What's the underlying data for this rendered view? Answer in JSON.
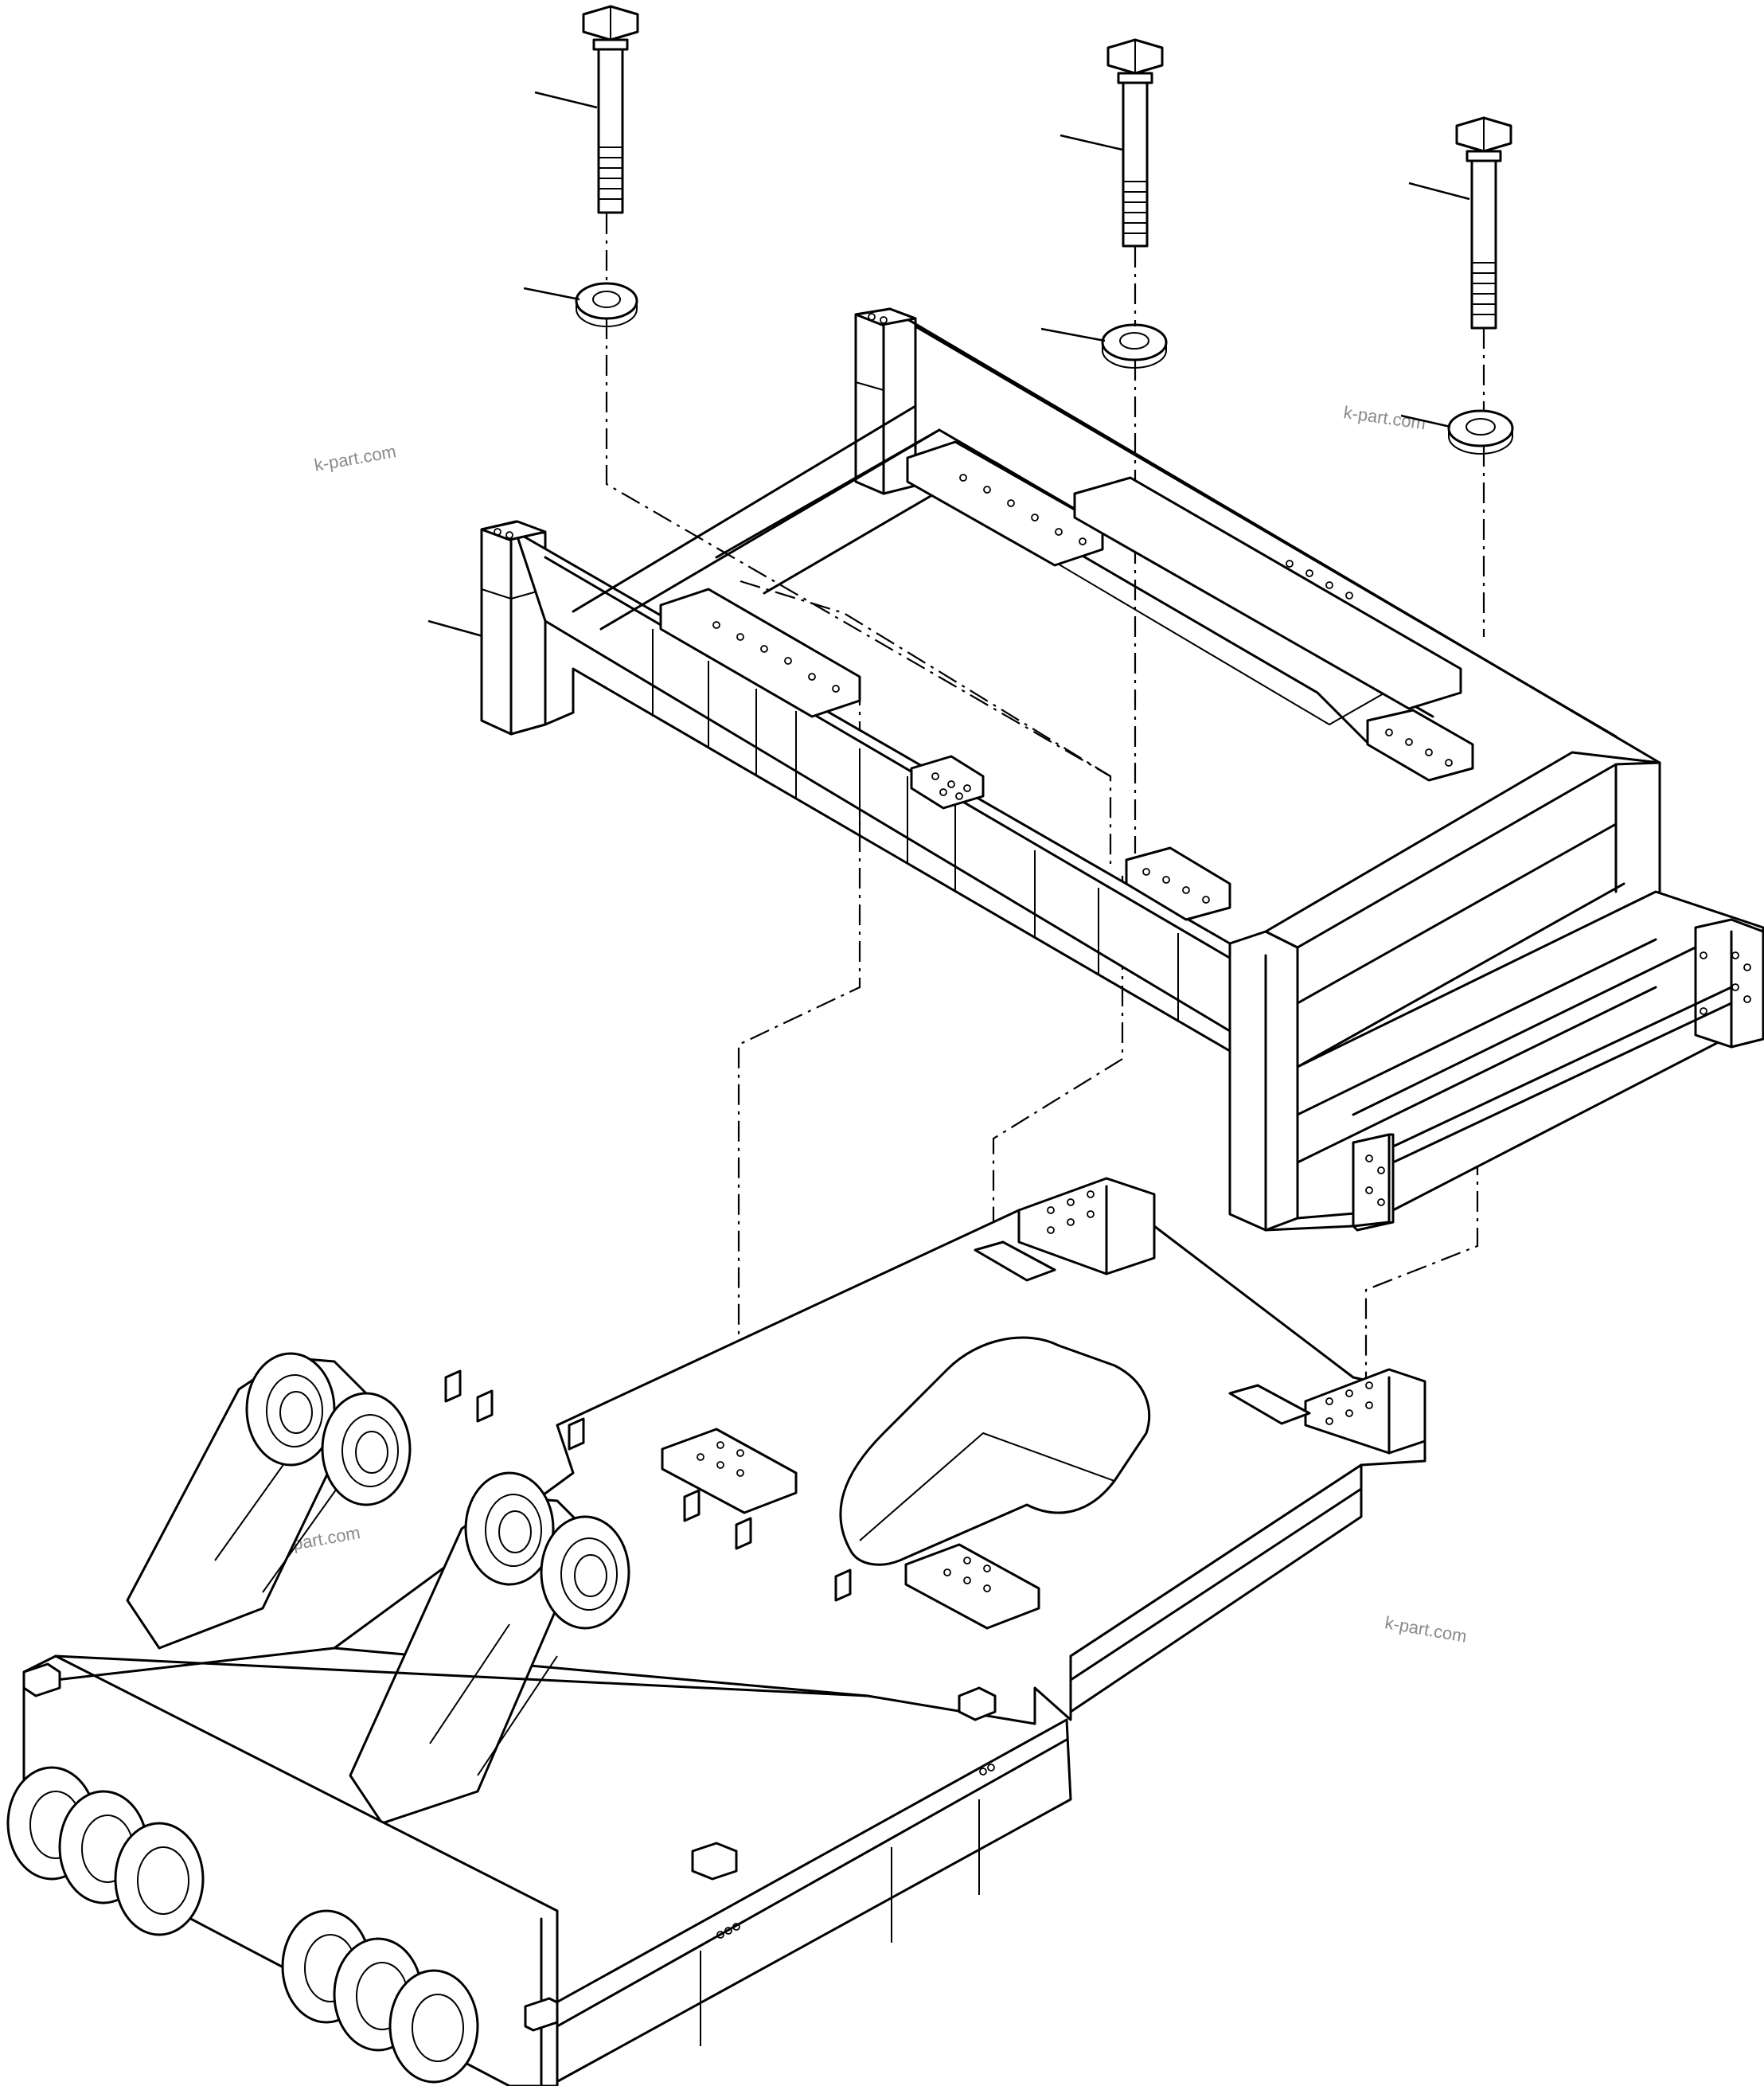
{
  "watermarks": [
    "k-part.com",
    "k-part.com",
    "k-part.com",
    "k-part.com"
  ],
  "colors": {
    "line": "#000000",
    "background": "#ffffff",
    "watermark": "#8a8a8a"
  },
  "parts": {
    "bolts": 3,
    "washers": 3,
    "upper_frame": 1,
    "lower_frame": 1,
    "mount_plates_lower": 6
  }
}
